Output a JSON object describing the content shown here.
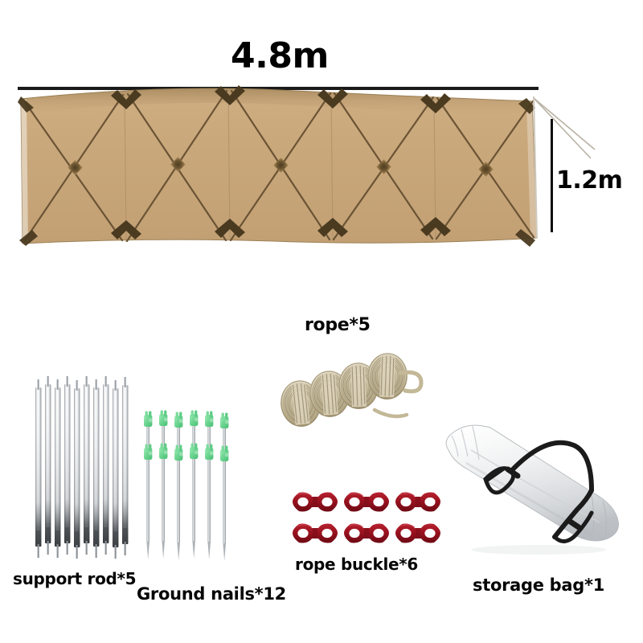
{
  "product": {
    "type": "camping windbreak tarp infographic",
    "background_color": "#ffffff"
  },
  "diagram": {
    "width_label": "4.8m",
    "height_label": "1.2m",
    "tarp_color": "#c8a578",
    "tarp_shadow_color": "#a8835a",
    "seam_color": "#6b5435",
    "panels": 5,
    "corner_patches": 12,
    "guy_lines": 2
  },
  "parts": [
    {
      "id": "support-rod",
      "label": "support rod*5",
      "count": 5,
      "segments": 10,
      "color": "#c9cdd1"
    },
    {
      "id": "ground-nails",
      "label": "Ground nails*12",
      "count": 12,
      "columns": 6,
      "cap_color": "#7fdc9a",
      "shaft_color": "#b9bdc1"
    },
    {
      "id": "rope",
      "label": "rope*5",
      "count": 5,
      "color": "#cfc2a4"
    },
    {
      "id": "rope-buckle",
      "label": "rope buckle*6",
      "count": 6,
      "columns": 3,
      "rows": 2,
      "color": "#a01722"
    },
    {
      "id": "storage-bag",
      "label": "storage bag*1",
      "count": 1,
      "body_color": "#f2f3f4",
      "strap_color": "#1b1b1b"
    }
  ]
}
